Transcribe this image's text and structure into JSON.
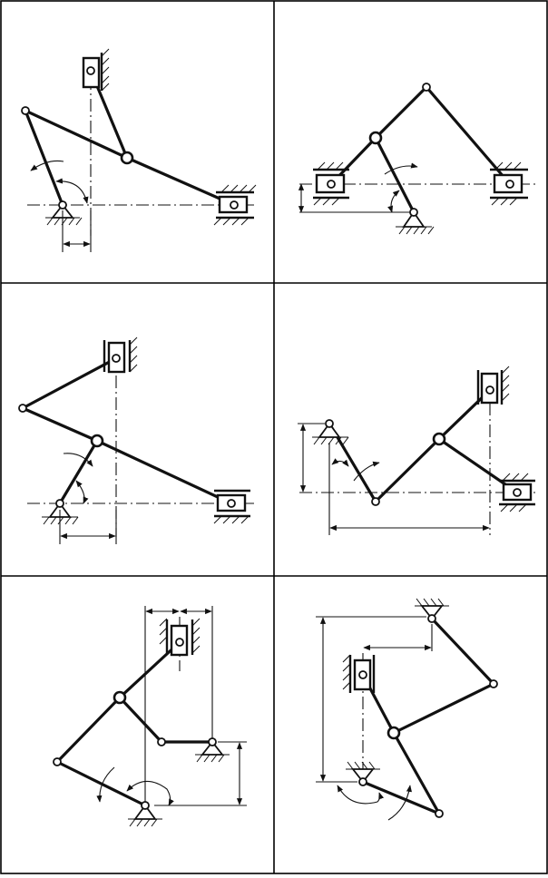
{
  "figure": {
    "title": "",
    "panels": [
      {
        "id": "a",
        "label": ""
      },
      {
        "id": "b",
        "label": ""
      },
      {
        "id": "c",
        "label": ""
      },
      {
        "id": "d",
        "label": ""
      },
      {
        "id": "e",
        "label": ""
      },
      {
        "id": "f",
        "label": ""
      }
    ]
  }
}
